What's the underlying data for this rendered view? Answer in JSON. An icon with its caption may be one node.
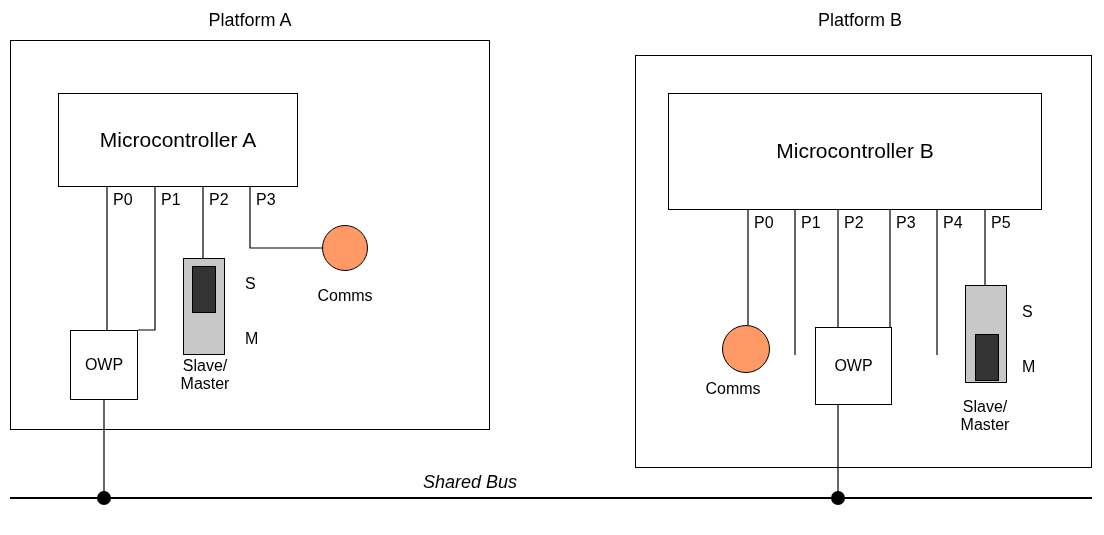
{
  "diagram": {
    "nodes": [
      {
        "text": [
          "Platform A"
        ]
      },
      {
        "text": [
          "Microcontroller A"
        ],
        "in": 0
      },
      {
        "text": [
          "OWP"
        ],
        "in": 0
      },
      {
        "text": [],
        "shape": "box",
        "in": 0,
        "beside": [
          "S",
          "M",
          "Slave/ Master"
        ]
      },
      {
        "text": [],
        "shape": "circle",
        "in": 0,
        "beside": [
          "Comms"
        ]
      },
      {
        "text": [
          "Platform B"
        ]
      },
      {
        "text": [
          "Microcontroller B"
        ],
        "in": 5
      },
      {
        "text": [],
        "shape": "circle",
        "in": 5,
        "beside": [
          "Comms"
        ]
      },
      {
        "text": [
          "OWP"
        ],
        "in": 5
      },
      {
        "text": [],
        "shape": "box",
        "in": 5,
        "beside": [
          "S",
          "M",
          "Slave/ Master"
        ]
      },
      {
        "text": [],
        "shape": "bar",
        "beside": [
          "Shared Bus"
        ]
      }
    ],
    "edges": [
      {
        "from": 1,
        "to": 2,
        "arrow": "none",
        "label": "P0"
      },
      {
        "from": 1,
        "to": 2,
        "arrow": "none",
        "label": "P1"
      },
      {
        "from": 1,
        "to": 3,
        "arrow": "none",
        "label": "P2"
      },
      {
        "from": 1,
        "to": 4,
        "arrow": "none",
        "label": "P3"
      },
      {
        "from": 6,
        "to": 7,
        "arrow": "none",
        "label": "P0"
      },
      {
        "from": 6,
        "to": null,
        "arrow": "none",
        "label": "P1"
      },
      {
        "from": 6,
        "to": 8,
        "arrow": "none",
        "label": "P2"
      },
      {
        "from": 6,
        "to": 8,
        "arrow": "none",
        "label": "P3"
      },
      {
        "from": 6,
        "to": null,
        "arrow": "none",
        "label": "P4"
      },
      {
        "from": 6,
        "to": 9,
        "arrow": "none",
        "label": "P5"
      },
      {
        "from": 2,
        "to": 10,
        "arrow": "other"
      },
      {
        "from": 8,
        "to": 10,
        "arrow": "other"
      }
    ]
  }
}
